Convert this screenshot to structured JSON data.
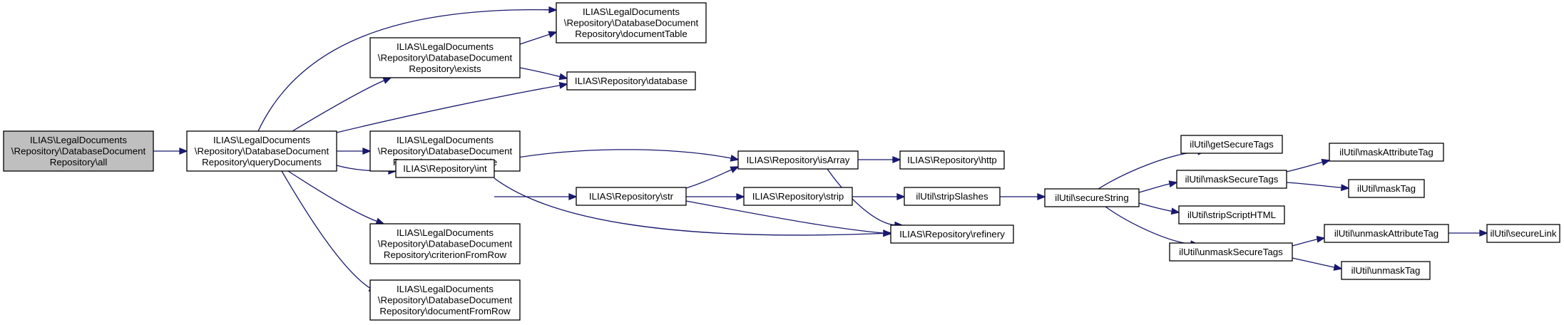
{
  "graph": {
    "edge_color": "#191970",
    "root_fill": "#bfbfbf",
    "nodes": [
      {
        "id": "all",
        "lines": [
          "ILIAS\\LegalDocuments",
          "\\Repository\\DatabaseDocument",
          "Repository\\all"
        ],
        "root": true
      },
      {
        "id": "queryDocuments",
        "lines": [
          "ILIAS\\LegalDocuments",
          "\\Repository\\DatabaseDocument",
          "Repository\\queryDocuments"
        ]
      },
      {
        "id": "documentTable",
        "lines": [
          "ILIAS\\LegalDocuments",
          "\\Repository\\DatabaseDocument",
          "Repository\\documentTable"
        ]
      },
      {
        "id": "exists",
        "lines": [
          "ILIAS\\LegalDocuments",
          "\\Repository\\DatabaseDocument",
          "Repository\\exists"
        ]
      },
      {
        "id": "database",
        "lines": [
          "ILIAS\\Repository\\database"
        ]
      },
      {
        "id": "criterionTable",
        "lines": [
          "ILIAS\\LegalDocuments",
          "\\Repository\\DatabaseDocument",
          "Repository\\criterionTable"
        ]
      },
      {
        "id": "int",
        "lines": [
          "ILIAS\\Repository\\int"
        ]
      },
      {
        "id": "criterionFromRow",
        "lines": [
          "ILIAS\\LegalDocuments",
          "\\Repository\\DatabaseDocument",
          "Repository\\criterionFromRow"
        ]
      },
      {
        "id": "documentFromRow",
        "lines": [
          "ILIAS\\LegalDocuments",
          "\\Repository\\DatabaseDocument",
          "Repository\\documentFromRow"
        ]
      },
      {
        "id": "isArray",
        "lines": [
          "ILIAS\\Repository\\isArray"
        ]
      },
      {
        "id": "str",
        "lines": [
          "ILIAS\\Repository\\str"
        ]
      },
      {
        "id": "refinery",
        "lines": [
          "ILIAS\\Repository\\refinery"
        ]
      },
      {
        "id": "http",
        "lines": [
          "ILIAS\\Repository\\http"
        ]
      },
      {
        "id": "strip",
        "lines": [
          "ILIAS\\Repository\\strip"
        ]
      },
      {
        "id": "stripSlashes",
        "lines": [
          "ilUtil\\stripSlashes"
        ]
      },
      {
        "id": "secureString",
        "lines": [
          "ilUtil\\secureString"
        ]
      },
      {
        "id": "getSecureTags",
        "lines": [
          "ilUtil\\getSecureTags"
        ]
      },
      {
        "id": "maskSecureTags",
        "lines": [
          "ilUtil\\maskSecureTags"
        ]
      },
      {
        "id": "stripScriptHTML",
        "lines": [
          "ilUtil\\stripScriptHTML"
        ]
      },
      {
        "id": "unmaskSecureTags",
        "lines": [
          "ilUtil\\unmaskSecureTags"
        ]
      },
      {
        "id": "maskAttributeTag",
        "lines": [
          "ilUtil\\maskAttributeTag"
        ]
      },
      {
        "id": "maskTag",
        "lines": [
          "ilUtil\\maskTag"
        ]
      },
      {
        "id": "unmaskAttributeTag",
        "lines": [
          "ilUtil\\unmaskAttributeTag"
        ]
      },
      {
        "id": "unmaskTag",
        "lines": [
          "ilUtil\\unmaskTag"
        ]
      },
      {
        "id": "secureLink",
        "lines": [
          "ilUtil\\secureLink"
        ]
      }
    ],
    "edges": [
      {
        "from": "all",
        "to": "queryDocuments"
      },
      {
        "from": "queryDocuments",
        "to": "documentTable"
      },
      {
        "from": "queryDocuments",
        "to": "exists"
      },
      {
        "from": "queryDocuments",
        "to": "database"
      },
      {
        "from": "queryDocuments",
        "to": "criterionTable"
      },
      {
        "from": "queryDocuments",
        "to": "int"
      },
      {
        "from": "queryDocuments",
        "to": "criterionFromRow"
      },
      {
        "from": "queryDocuments",
        "to": "documentFromRow"
      },
      {
        "from": "exists",
        "to": "documentTable"
      },
      {
        "from": "exists",
        "to": "database"
      },
      {
        "from": "int",
        "to": "isArray"
      },
      {
        "from": "int",
        "to": "str"
      },
      {
        "from": "int",
        "to": "refinery"
      },
      {
        "from": "str",
        "to": "isArray"
      },
      {
        "from": "str",
        "to": "strip"
      },
      {
        "from": "str",
        "to": "refinery"
      },
      {
        "from": "isArray",
        "to": "http"
      },
      {
        "from": "isArray",
        "to": "refinery"
      },
      {
        "from": "strip",
        "to": "stripSlashes"
      },
      {
        "from": "stripSlashes",
        "to": "secureString"
      },
      {
        "from": "secureString",
        "to": "getSecureTags"
      },
      {
        "from": "secureString",
        "to": "maskSecureTags"
      },
      {
        "from": "secureString",
        "to": "stripScriptHTML"
      },
      {
        "from": "secureString",
        "to": "unmaskSecureTags"
      },
      {
        "from": "maskSecureTags",
        "to": "maskAttributeTag"
      },
      {
        "from": "maskSecureTags",
        "to": "maskTag"
      },
      {
        "from": "unmaskSecureTags",
        "to": "unmaskAttributeTag"
      },
      {
        "from": "unmaskSecureTags",
        "to": "unmaskTag"
      },
      {
        "from": "unmaskAttributeTag",
        "to": "secureLink"
      }
    ]
  }
}
